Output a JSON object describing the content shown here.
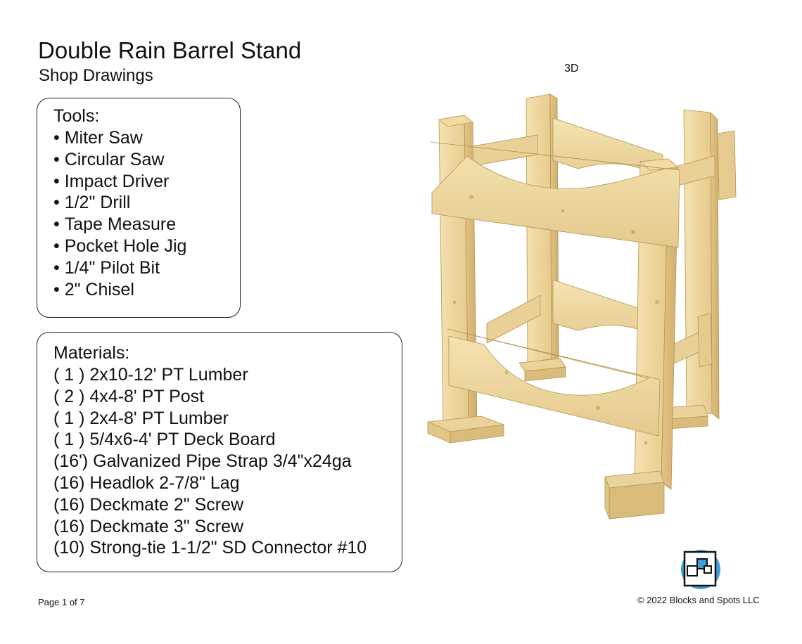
{
  "document": {
    "title": "Double Rain Barrel Stand",
    "subtitle": "Shop Drawings",
    "view_label": "3D"
  },
  "tools": {
    "heading": "Tools:",
    "items": [
      "Miter Saw",
      "Circular Saw",
      "Impact Driver",
      "1/2\" Drill",
      "Tape Measure",
      "Pocket Hole Jig",
      "1/4\" Pilot Bit",
      "2\" Chisel"
    ]
  },
  "materials": {
    "heading": "Materials:",
    "items": [
      "( 1 ) 2x10-12' PT Lumber",
      "( 2 ) 4x4-8' PT Post",
      "( 1 ) 2x4-8' PT Lumber",
      "( 1 ) 5/4x6-4' PT Deck Board",
      "(16') Galvanized Pipe Strap 3/4\"x24ga",
      "(16) Headlok 2-7/8\" Lag",
      "(16) Deckmate 2\" Screw",
      "(16) Deckmate 3\" Screw",
      "(10) Strong-tie 1-1/2\" SD Connector #10"
    ]
  },
  "footer": {
    "page": "Page 1 of 7",
    "copyright": "© 2022 Blocks and Spots LLC"
  },
  "colors": {
    "wood_light": "#f1dca4",
    "wood_mid": "#e3c789",
    "wood_dark": "#c9a765",
    "logo_circle": "#3aa0dc",
    "text": "#111111"
  }
}
